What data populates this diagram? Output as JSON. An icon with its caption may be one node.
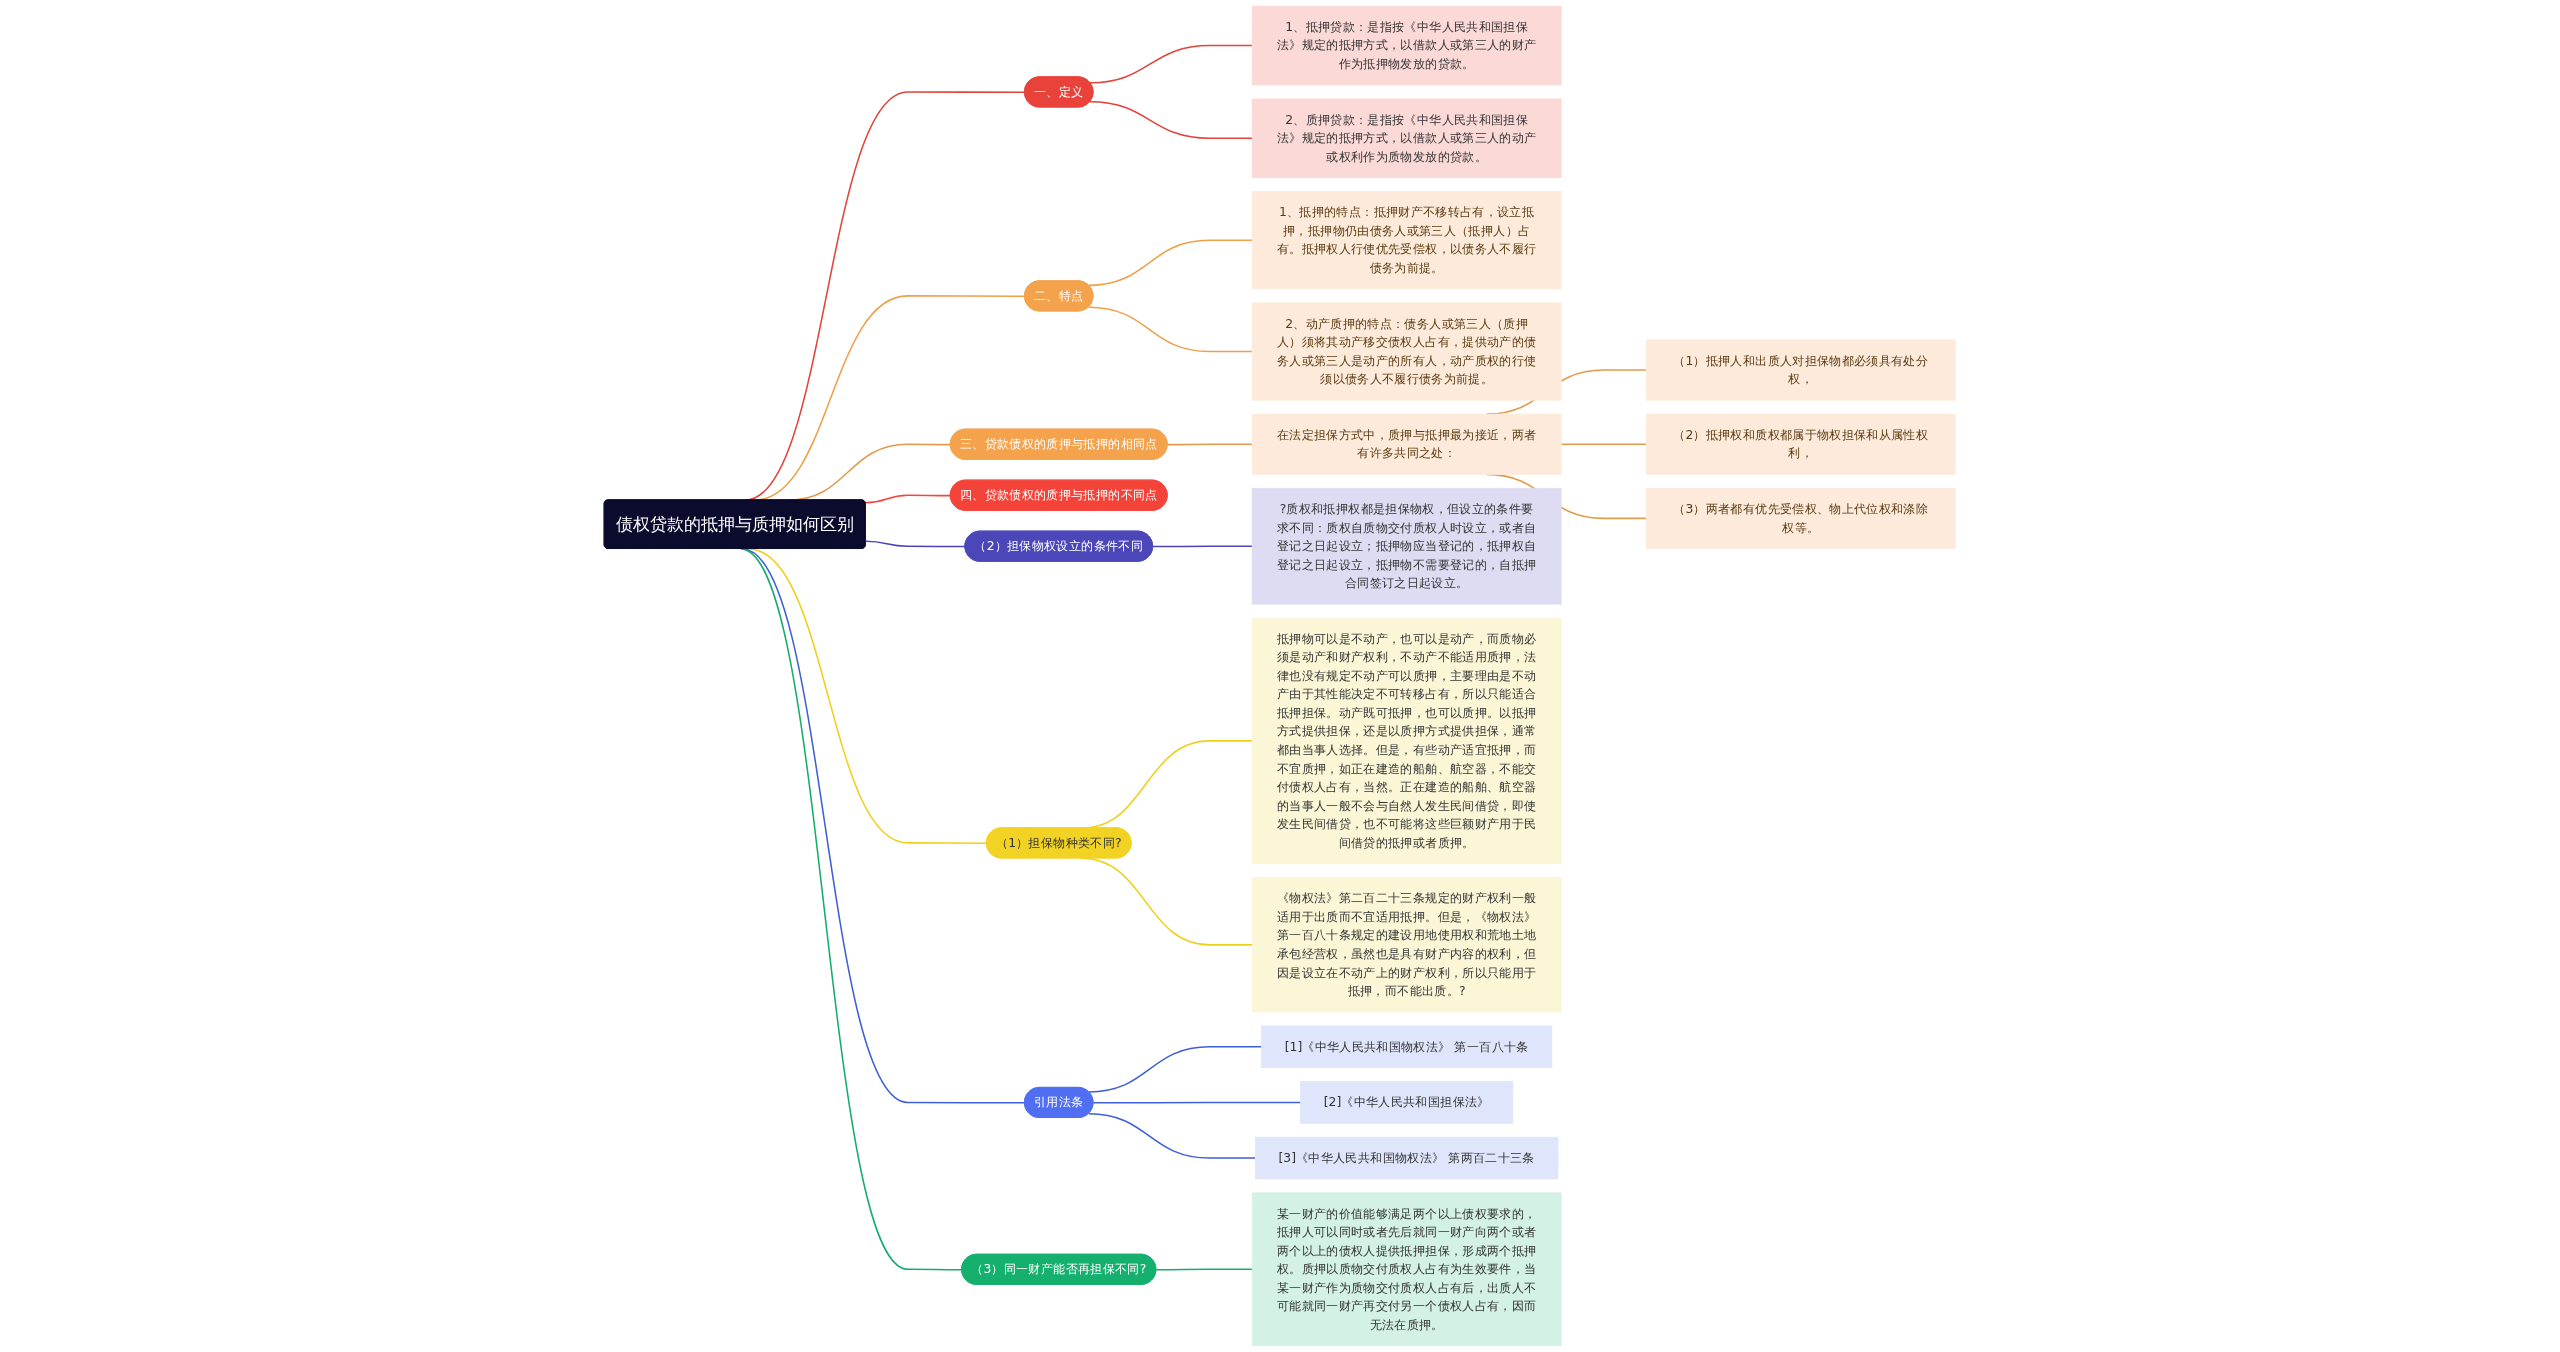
{
  "diagram": {
    "nodes": [
      {
        "text": [
          "债权贷款的抵押与质押如何区别"
        ]
      },
      {
        "text": [
          "一、定义"
        ]
      },
      {
        "text": [
          "1、抵押贷款：是指按《中华人民共和国担保法》规定的抵押方式，以借款人或第三人的财产作为抵押物发放的贷款。"
        ]
      },
      {
        "text": [
          "2、质押贷款：是指按《中华人民共和国担保法》规定的抵押方式，以借款人或第三人的动产或权利作为质物发放的贷款。"
        ]
      },
      {
        "text": [
          "二、特点"
        ]
      },
      {
        "text": [
          "1、抵押的特点：抵押财产不移转占有，设立抵押，抵押物仍由债务人或第三人（抵押人）占有。抵押权人行使优先受偿权，以债务人不履行债务为前提。"
        ]
      },
      {
        "text": [
          "2、动产质押的特点：债务人或第三人（质押人）须将其动产移交债权人占有，提供动产的债务人或第三人是动产的所有人，动产质权的行使须以债务人不履行债务为前提。"
        ]
      },
      {
        "text": [
          "三、贷款债权的质押与抵押的相同点"
        ]
      },
      {
        "text": [
          "在法定担保方式中，质押与抵押最为接近，两者有许多共同之处："
        ]
      },
      {
        "text": [
          "（1）抵押人和出质人对担保物都必须具有处分权，"
        ]
      },
      {
        "text": [
          "（2）抵押权和质权都属于物权担保和从属性权利，"
        ]
      },
      {
        "text": [
          "（3）两者都有优先受偿权、物上代位权和涤除权等。"
        ]
      },
      {
        "text": [
          "四、贷款债权的质押与抵押的不同点"
        ]
      },
      {
        "text": [
          "（2）担保物权设立的条件不同"
        ]
      },
      {
        "text": [
          "?质权和抵押权都是担保物权，但设立的条件要求不同：质权自质物交付质权人时设立，或者自登记之日起设立；抵押物应当登记的，抵押权自登记之日起设立，抵押物不需要登记的，自抵押合同签订之日起设立。"
        ]
      },
      {
        "text": [
          "（1）担保物种类不同?"
        ]
      },
      {
        "text": [
          "抵押物可以是不动产，也可以是动产，而质物必须是动产和财产权利，不动产不能适用质押，法律也没有规定不动产可以质押，主要理由是不动产由于其性能决定不可转移占有，所以只能适合抵押担保。动产既可抵押，也可以质押。以抵押方式提供担保，还是以质押方式提供担保，通常都由当事人选择。但是，有些动产适宜抵押，而不宜质押，如正在建造的船舶、航空器，不能交付债权人占有，当然。正在建造的船舶、航空器的当事人一般不会与自然人发生民间借贷，即使发生民间借贷，也不可能将这些巨额财产用于民间借贷的抵押或者质押。"
        ]
      },
      {
        "text": [
          "《物权法》第二百二十三条规定的财产权利一般适用于出质而不宜适用抵押。但是，《物权法》第一百八十条规定的建设用地使用权和荒地土地承包经营权，虽然也是具有财产内容的权利，但因是设立在不动产上的财产权利，所以只能用于抵押，而不能出质。?"
        ]
      },
      {
        "text": [
          "引用法条"
        ]
      },
      {
        "text": [
          "[1]《中华人民共和国物权法》 第一百八十条"
        ]
      },
      {
        "text": [
          "[2]《中华人民共和国担保法》"
        ]
      },
      {
        "text": [
          "[3]《中华人民共和国物权法》 第两百二十三条"
        ]
      },
      {
        "text": [
          "（3）同一财产能否再担保不同?"
        ]
      },
      {
        "text": [
          "某一财产的价值能够满足两个以上债权要求的，抵押人可以同时或者先后就同一财产向两个或者两个以上的债权人提供抵押担保，形成两个抵押权。质押以质物交付质权人占有为生效要件，当某一财产作为质物交付质权人占有后，出质人不可能就同一财产再交付另一个债权人占有，因而无法在质押。"
        ]
      }
    ],
    "edges": [
      {
        "from": 0,
        "to": 1,
        "arrow": "none",
        "color": "#e0443a"
      },
      {
        "from": 1,
        "to": 2,
        "arrow": "none",
        "color": "#e0443a"
      },
      {
        "from": 1,
        "to": 3,
        "arrow": "none",
        "color": "#e0443a"
      },
      {
        "from": 0,
        "to": 4,
        "arrow": "none",
        "color": "#efa047"
      },
      {
        "from": 4,
        "to": 5,
        "arrow": "none",
        "color": "#efa047"
      },
      {
        "from": 4,
        "to": 6,
        "arrow": "none",
        "color": "#efa047"
      },
      {
        "from": 0,
        "to": 7,
        "arrow": "none",
        "color": "#e39a4a"
      },
      {
        "from": 7,
        "to": 8,
        "arrow": "none",
        "color": "#e39a4a"
      },
      {
        "from": 8,
        "to": 9,
        "arrow": "none",
        "color": "#e39a4a"
      },
      {
        "from": 8,
        "to": 10,
        "arrow": "none",
        "color": "#e39a4a"
      },
      {
        "from": 8,
        "to": 11,
        "arrow": "none",
        "color": "#e39a4a"
      },
      {
        "from": 0,
        "to": 12,
        "arrow": "none",
        "color": "#f0463c"
      },
      {
        "from": 0,
        "to": 13,
        "arrow": "none",
        "color": "#4a46b8"
      },
      {
        "from": 13,
        "to": 14,
        "arrow": "none",
        "color": "#4a46b8"
      },
      {
        "from": 0,
        "to": 15,
        "arrow": "none",
        "color": "#f0cf1a"
      },
      {
        "from": 15,
        "to": 16,
        "arrow": "none",
        "color": "#f0cf1a"
      },
      {
        "from": 15,
        "to": 17,
        "arrow": "none",
        "color": "#f0cf1a"
      },
      {
        "from": 0,
        "to": 18,
        "arrow": "none",
        "color": "#3f5fd8"
      },
      {
        "from": 18,
        "to": 19,
        "arrow": "none",
        "color": "#3f5fd8"
      },
      {
        "from": 18,
        "to": 20,
        "arrow": "none",
        "color": "#3f5fd8"
      },
      {
        "from": 18,
        "to": 21,
        "arrow": "none",
        "color": "#3f5fd8"
      },
      {
        "from": 0,
        "to": 22,
        "arrow": "none",
        "color": "#16ad6c"
      },
      {
        "from": 22,
        "to": 23,
        "arrow": "none",
        "color": "#16ad6c"
      }
    ]
  }
}
